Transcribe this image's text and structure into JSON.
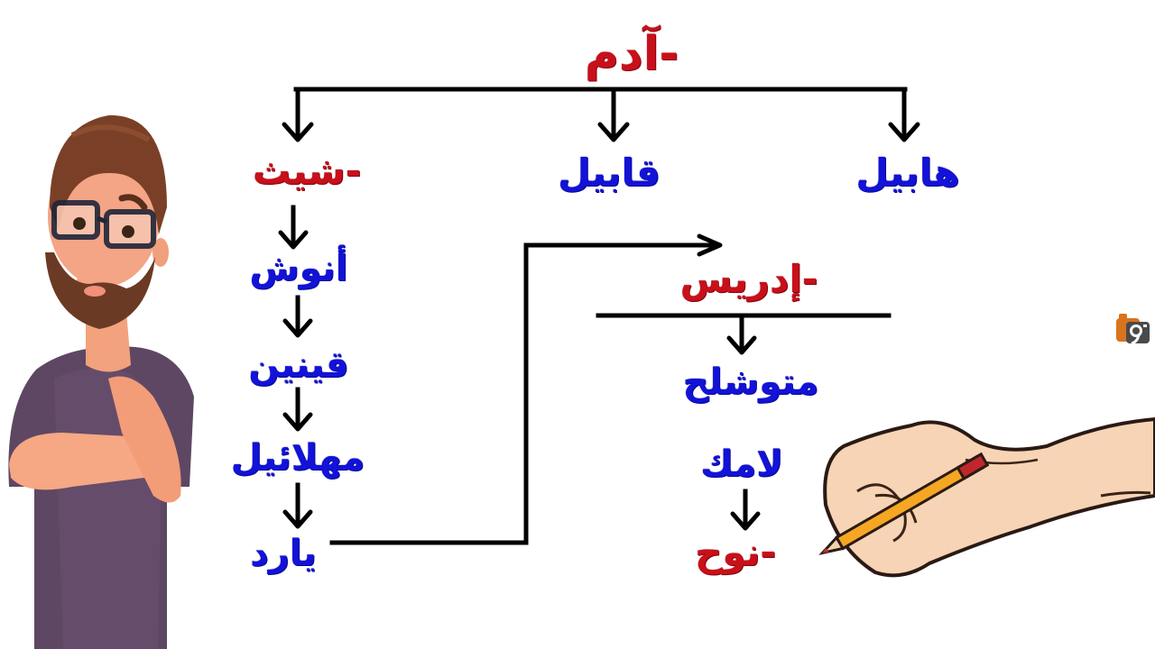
{
  "diagram": {
    "title": "Family tree from Adam to Nuh",
    "root": {
      "label": "-آدم",
      "color": "#c8101a"
    },
    "children_of_root": [
      {
        "label": "هابيل",
        "color": "#1212d8"
      },
      {
        "label": "قابيل",
        "color": "#1212d8"
      },
      {
        "label": "-شيث",
        "color": "#c8101a"
      }
    ],
    "sheeth_line": [
      {
        "label": "أنوش",
        "color": "#1212d8"
      },
      {
        "label": "قينين",
        "color": "#1212d8"
      },
      {
        "label": "مهلائيل",
        "color": "#1212d8"
      },
      {
        "label": "يارد",
        "color": "#1212d8"
      }
    ],
    "idris_line": [
      {
        "label": "-إدريس",
        "color": "#c8101a"
      },
      {
        "label": "متوشلح",
        "color": "#1212d8"
      },
      {
        "label": "لامك",
        "color": "#1212d8"
      },
      {
        "label": "-نوح",
        "color": "#c8101a"
      }
    ],
    "colors": {
      "prophet": "#c8101a",
      "descendant": "#1212d8",
      "connector": "#000000"
    }
  },
  "illustrations": {
    "left": "thinking-bearded-man",
    "right": "hand-holding-pencil",
    "watermark": "camera-logo"
  }
}
